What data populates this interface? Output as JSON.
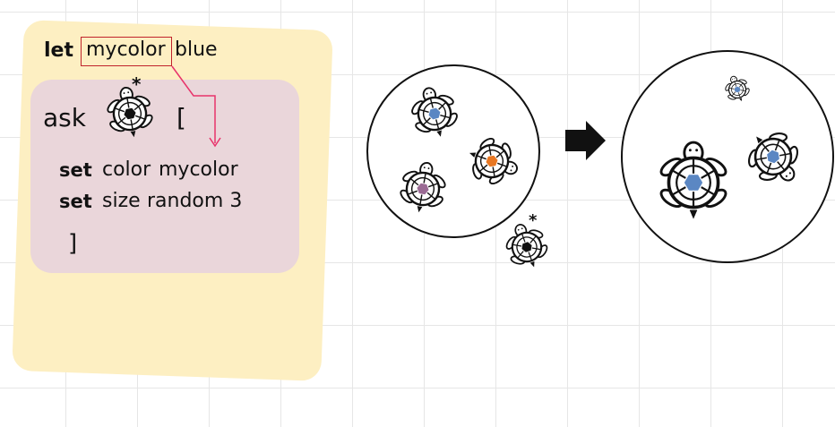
{
  "code": {
    "let_keyword": "let",
    "variable": "mycolor",
    "value": "blue",
    "ask_keyword": "ask",
    "open_bracket": "[",
    "set_keyword": "set",
    "line1_attribute": "color",
    "line1_value": "mycolor",
    "line2_attribute": "size",
    "line2_value": "random 3",
    "close_bracket": "]"
  },
  "turtle_marker": "*",
  "colors": {
    "card_background": "#fdefc2",
    "block_background": "#ead6da",
    "variable_box": "#c0232b",
    "arrow_link": "#e8336b",
    "shell_blue": "#5b87c3",
    "shell_orange": "#e87722",
    "shell_purple": "#9b6b95",
    "shell_black": "#111111"
  },
  "before": {
    "turtles": [
      {
        "color": "blue"
      },
      {
        "color": "orange"
      },
      {
        "color": "purple"
      }
    ],
    "new_turtle": {
      "color": "black",
      "marker": "*"
    }
  },
  "after": {
    "turtles": [
      {
        "color": "blue",
        "size": "small"
      },
      {
        "color": "blue",
        "size": "large"
      },
      {
        "color": "blue",
        "size": "medium"
      }
    ]
  },
  "icons": [
    "turtle-icon",
    "right-arrow-icon"
  ]
}
